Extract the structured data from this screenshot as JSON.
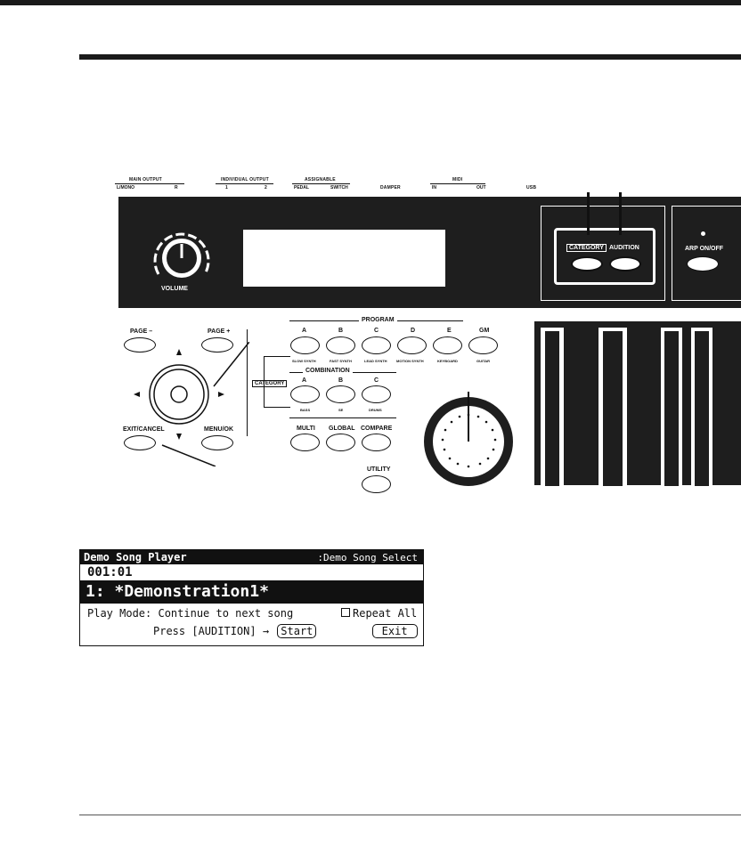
{
  "panel": {
    "jacks": {
      "main_output": "MAIN OUTPUT",
      "main_l": "L/MONO",
      "main_r": "R",
      "individual_output": "INDIVIDUAL OUTPUT",
      "ind_1": "1",
      "ind_2": "2",
      "assignable": "ASSIGNABLE",
      "assign_pedal": "PEDAL",
      "assign_switch": "SWITCH",
      "damper": "DAMPER",
      "midi": "MIDI",
      "midi_in": "IN",
      "midi_out": "OUT",
      "usb": "USB"
    },
    "volume_label": "VOLUME",
    "category_label": "CATEGORY",
    "audition_label": "AUDITION",
    "arp_label": "ARP ON/OFF",
    "page_minus": "PAGE –",
    "page_plus": "PAGE +",
    "exit_cancel": "EXIT/CANCEL",
    "menu_ok": "MENU/OK",
    "program": "PROGRAM",
    "program_buttons": [
      {
        "letter": "A",
        "sub": "SLOW SYNTH"
      },
      {
        "letter": "B",
        "sub": "FAST SYNTH"
      },
      {
        "letter": "C",
        "sub": "LEAD SYNTH"
      },
      {
        "letter": "D",
        "sub": "MOTION SYNTH"
      },
      {
        "letter": "E",
        "sub": "KEYBOARD"
      },
      {
        "letter": "GM",
        "sub": "GUITAR"
      }
    ],
    "category_side": "CATEGORY",
    "combination": "COMBINATION",
    "combination_buttons": [
      {
        "letter": "A",
        "sub": "BASS"
      },
      {
        "letter": "B",
        "sub": "SE"
      },
      {
        "letter": "C",
        "sub": "DRUMS"
      }
    ],
    "multi": "MULTI",
    "global": "GLOBAL",
    "compare": "COMPARE",
    "utility": "UTILITY"
  },
  "lcd": {
    "title": "Demo Song Player",
    "page": ":Demo Song Select",
    "position": "001:01",
    "song": "1: *Demonstration1*",
    "play_mode": "Play Mode: Continue to next song",
    "repeat_all": "Repeat All",
    "press_text": "Press [AUDITION] →",
    "start": "Start",
    "exit": "Exit"
  }
}
